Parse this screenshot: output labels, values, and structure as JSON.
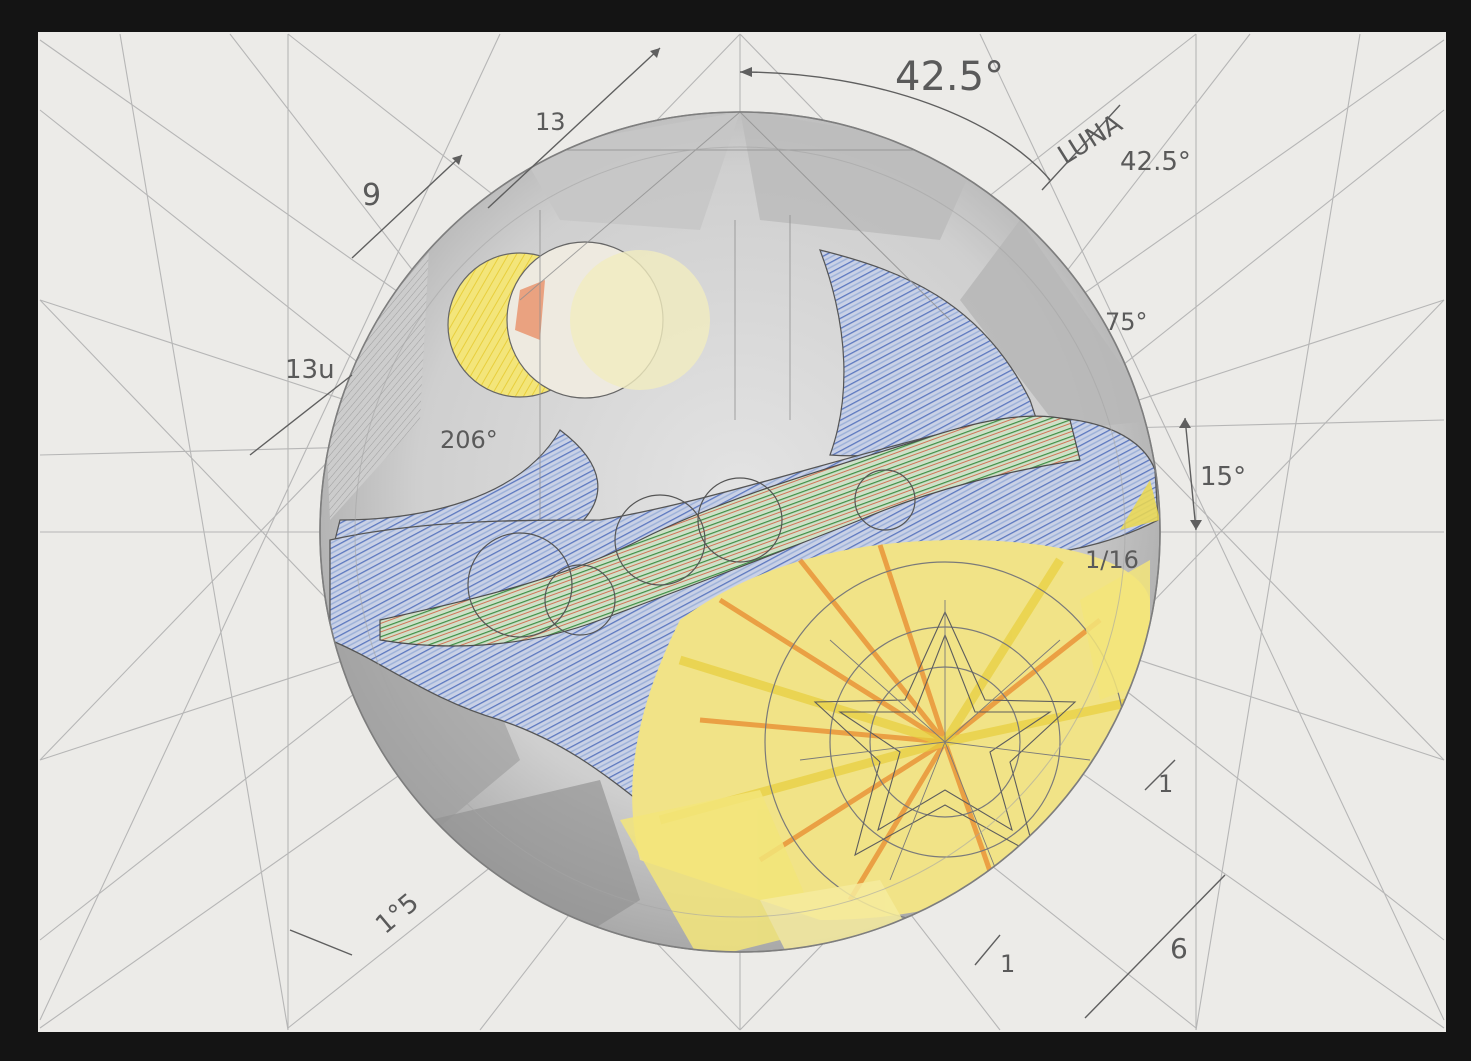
{
  "artwork": {
    "annotations": {
      "angle_top": "42.5°",
      "angle_right": "42.5°",
      "luna": "LUNA",
      "dim_13_top": "13",
      "dim_9": "9",
      "dim_13_left": "13u",
      "angle_206": "206°",
      "angle_75": "75°",
      "angle_15": "15°",
      "fraction": "1/16",
      "dim_1_right": "1",
      "dim_6": "6",
      "dim_1_bottom": "1",
      "angle_1_5": "1°5"
    },
    "colors": {
      "paper": "#ecebe8",
      "frame": "#141414",
      "pencil": "#8a8a8a",
      "blue": "#6f86c4",
      "green": "#4f9a4a",
      "yellow": "#ecd94e",
      "orange": "#e88a2e"
    }
  }
}
